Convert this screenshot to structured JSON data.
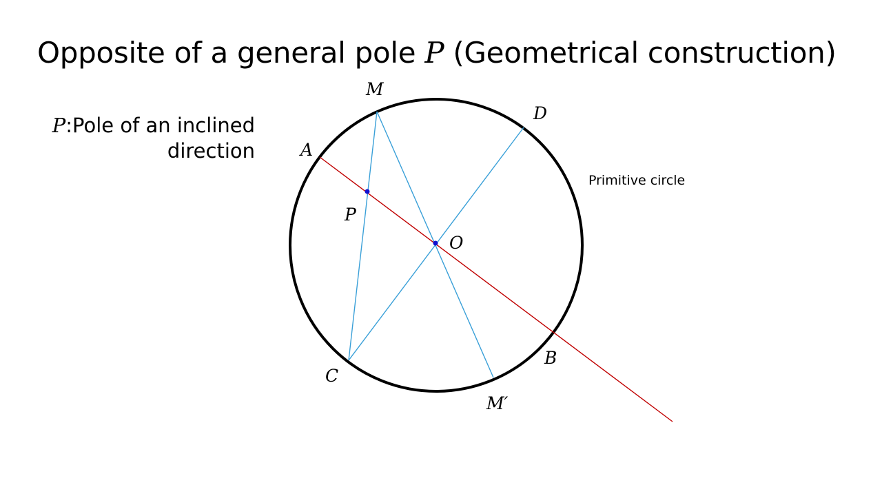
{
  "title": {
    "prefix": "Opposite of a general pole ",
    "symbol": "P",
    "suffix": " (Geometrical construction)"
  },
  "note": {
    "symbol": "P",
    "line1": ":Pole of an inclined",
    "line2": "direction"
  },
  "diagram": {
    "circle_label": "Primitive circle",
    "point_labels": {
      "M": "M",
      "D": "D",
      "A": "A",
      "P": "P",
      "O": "O",
      "B": "B",
      "C": "C",
      "M_prime": "M′"
    },
    "colors": {
      "circle": "#000000",
      "construction_lines": "#3aa0d8",
      "diameter_line": "#c00000",
      "points": "#1010d0"
    }
  }
}
